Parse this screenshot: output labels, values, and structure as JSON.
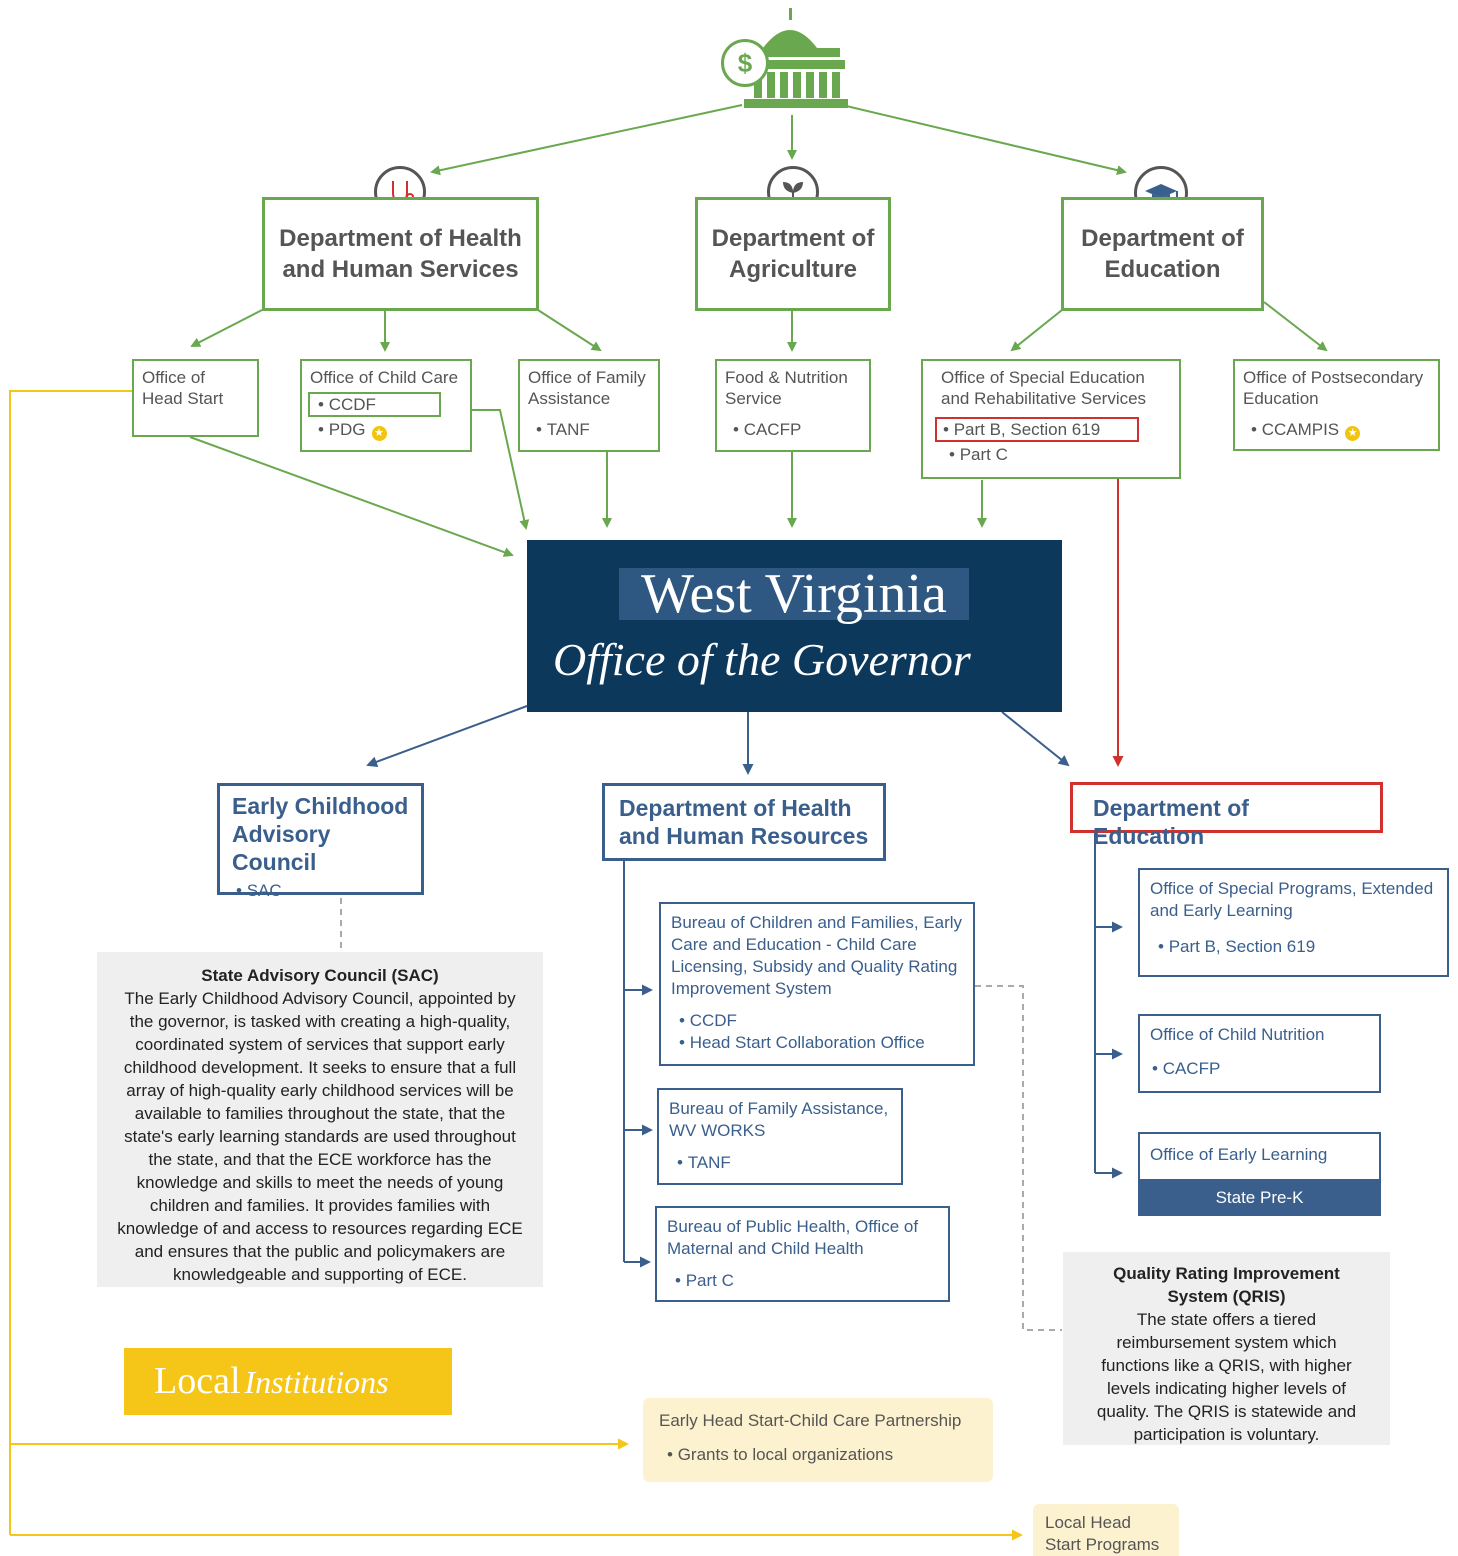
{
  "federal": {
    "departments": [
      {
        "id": "hhs",
        "name": "Department of Health and Human Services",
        "icon": "stethoscope-icon"
      },
      {
        "id": "agr",
        "name": "Department of Agriculture",
        "icon": "sprout-icon"
      },
      {
        "id": "edu",
        "name": "Department of Education",
        "icon": "graduation-cap-icon"
      }
    ],
    "offices": {
      "head_start": {
        "title": "Office of Head Start"
      },
      "child_care": {
        "title": "Office of Child Care",
        "items": [
          "CCDF",
          "PDG"
        ]
      },
      "family_assistance": {
        "title": "Office of Family Assistance",
        "items": [
          "TANF"
        ]
      },
      "food_nutrition": {
        "title": "Food & Nutrition Service",
        "items": [
          "CACFP"
        ]
      },
      "special_ed": {
        "title": "Office of Special Education and Rehabilitative Services",
        "items": [
          "Part B, Section 619",
          "Part C"
        ]
      },
      "postsecondary": {
        "title": "Office of Postsecondary Education",
        "items": [
          "CCAMPIS"
        ]
      }
    }
  },
  "governor": {
    "state": "West Virginia",
    "office": "Office of the Governor"
  },
  "state": {
    "ecac": {
      "title": "Early Childhood Advisory Council",
      "items": [
        "SAC"
      ]
    },
    "dhhr": {
      "title": "Department of Health and Human Resources"
    },
    "doe": {
      "title": "Department of Education"
    },
    "dhhr_bureaus": [
      {
        "title": "Bureau of Children and Families, Early Care and Education - Child Care Licensing, Subsidy and Quality Rating Improvement System",
        "items": [
          "CCDF",
          "Head Start Collaboration Office"
        ]
      },
      {
        "title": "Bureau of Family Assistance, WV WORKS",
        "items": [
          "TANF"
        ]
      },
      {
        "title": "Bureau of Public Health, Office of Maternal and Child Health",
        "items": [
          "Part C"
        ]
      }
    ],
    "doe_offices": [
      {
        "title": "Office of Special Programs, Extended and Early Learning",
        "items": [
          "Part B, Section 619"
        ]
      },
      {
        "title": "Office of Child Nutrition",
        "items": [
          "CACFP"
        ]
      },
      {
        "title": "Office of Early Learning",
        "items": [
          "State Pre-K"
        ]
      }
    ]
  },
  "notes": {
    "sac": {
      "title": "State Advisory Council (SAC)",
      "body": "The Early Childhood Advisory Council, appointed by the governor, is tasked with creating a high-quality, coordinated system of services that support early childhood development. It seeks to ensure that a full array of high-quality early childhood services will be available to families throughout the state, that the state's early learning standards are used throughout the state, and that the ECE workforce has the knowledge and skills to meet the needs of young children and families. It provides families with knowledge of and access to resources regarding ECE and ensures that the public and policymakers are knowledgeable and supporting of ECE."
    },
    "qris": {
      "title": "Quality Rating Improvement System (QRIS)",
      "body": "The state offers a tiered reimbursement system which functions like a QRIS, with higher levels indicating higher levels of quality. The QRIS is statewide and participation is voluntary."
    }
  },
  "local": {
    "banner_main": "Local",
    "banner_italic": "Institutions",
    "ehs": {
      "title": "Early Head Start-Child Care Partnership",
      "items": [
        "Grants to local organizations"
      ]
    },
    "head_start": {
      "title": "Local Head Start Programs"
    }
  },
  "colors": {
    "federal": "#6aa84f",
    "state": "#3a5f8c",
    "highlight": "#d0312d",
    "governor": "#0c385c",
    "local": "#f5c518",
    "note_bg": "#efefef"
  }
}
